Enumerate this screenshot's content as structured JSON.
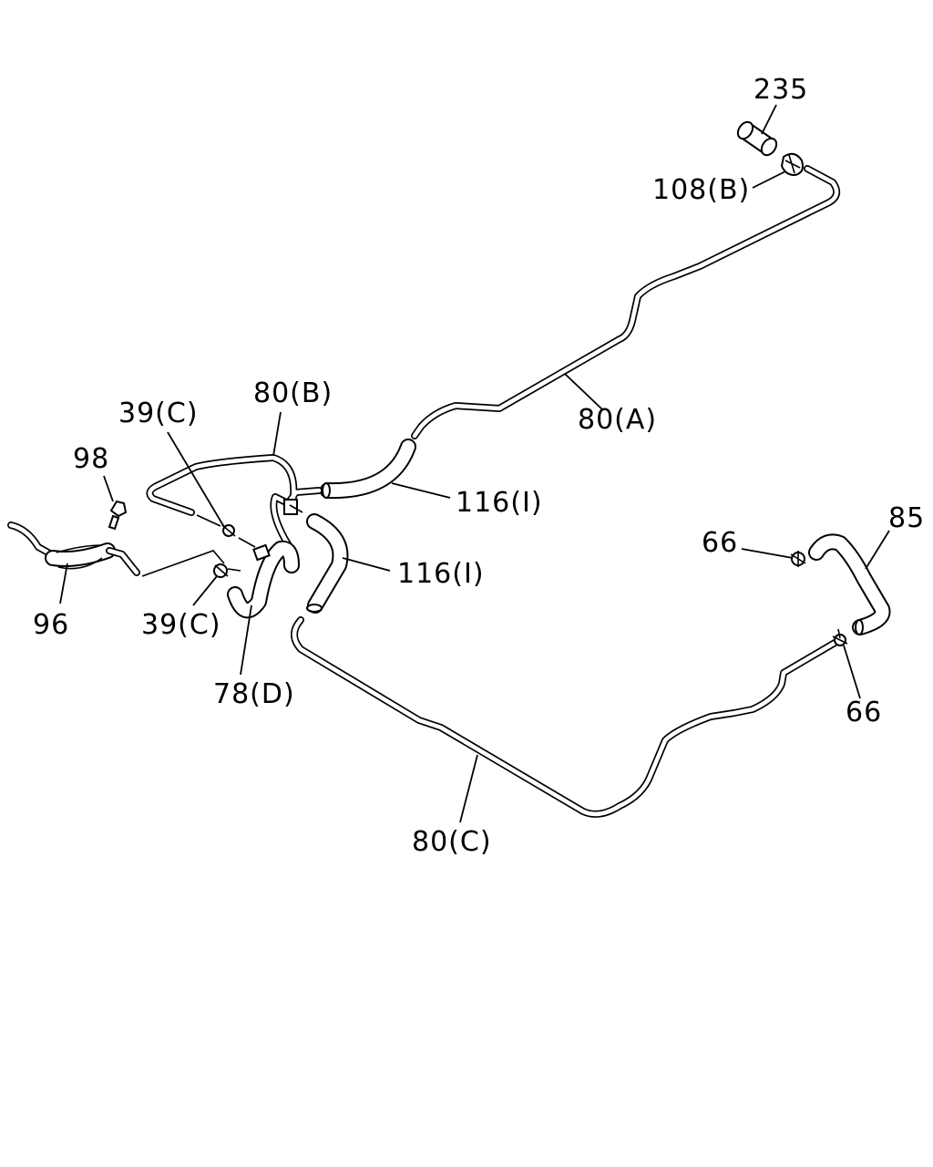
{
  "labels": {
    "p235": "235",
    "p108b": "108(B)",
    "p80a": "80(A)",
    "p80b": "80(B)",
    "p39c_top": "39(C)",
    "p98": "98",
    "p96": "96",
    "p39c_bottom": "39(C)",
    "p78d": "78(D)",
    "p116_upper": "116(I)",
    "p116_lower": "116(I)",
    "p66_upper": "66",
    "p85": "85",
    "p66_lower": "66",
    "p80c": "80(C)"
  }
}
